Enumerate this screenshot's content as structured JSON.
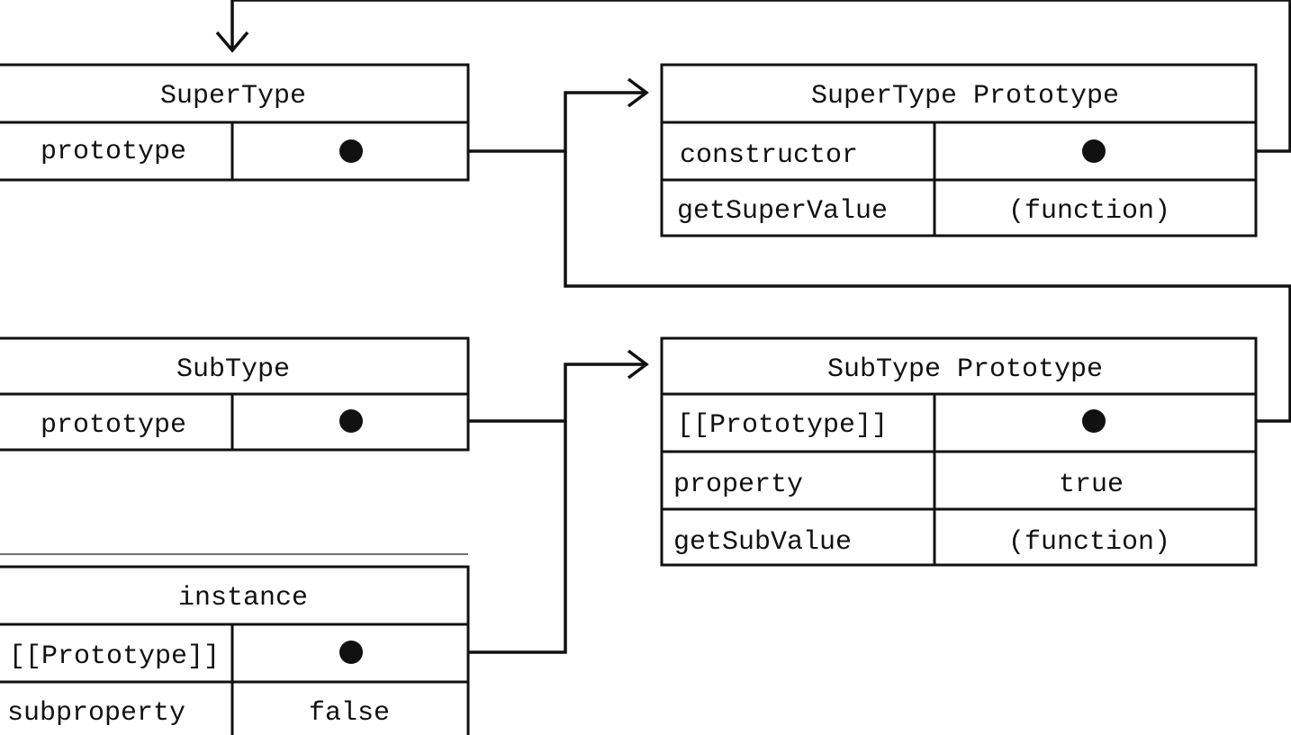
{
  "boxes": {
    "supertype": {
      "title": "SuperType",
      "rows": [
        {
          "key": "prototype",
          "value": ""
        }
      ]
    },
    "supertype_prototype": {
      "title": "SuperType Prototype",
      "rows": [
        {
          "key": "constructor",
          "value": ""
        },
        {
          "key": "getSuperValue",
          "value": "(function)"
        }
      ]
    },
    "subtype": {
      "title": "SubType",
      "rows": [
        {
          "key": "prototype",
          "value": ""
        }
      ]
    },
    "subtype_prototype": {
      "title": "SubType Prototype",
      "rows": [
        {
          "key": "[[Prototype]]",
          "value": ""
        },
        {
          "key": "property",
          "value": "true"
        },
        {
          "key": "getSubValue",
          "value": "(function)"
        }
      ]
    },
    "instance": {
      "title": "instance",
      "rows": [
        {
          "key": "[[Prototype]]",
          "value": ""
        },
        {
          "key": "subproperty",
          "value": "false"
        }
      ]
    }
  },
  "colors": {
    "line": "#111111",
    "background": "#ffffff"
  }
}
